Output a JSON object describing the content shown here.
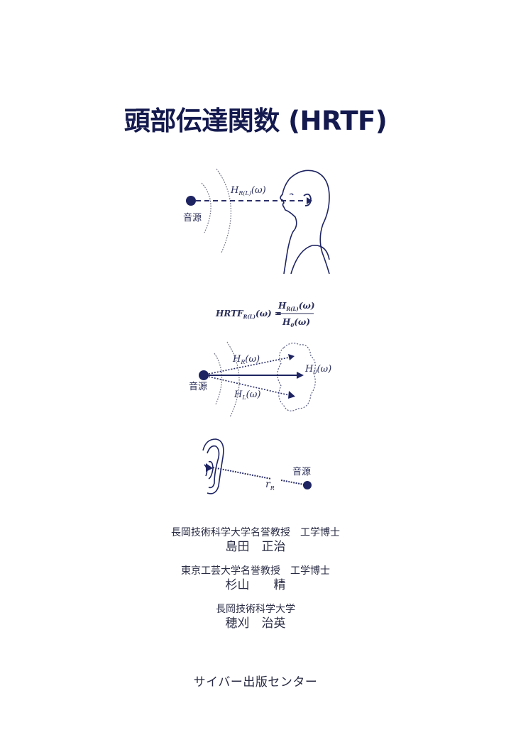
{
  "title": "頭部伝達関数 (HRTF)",
  "figure1": {
    "source_label": "音源",
    "transfer_label": "H",
    "transfer_sub": "R(L)",
    "transfer_arg": "(ω)"
  },
  "formula": {
    "lhs": "HRTF",
    "lhs_sub": "R(L)",
    "lhs_arg": "(ω) =",
    "num": "H",
    "num_sub": "R(L)",
    "num_arg": "(ω)",
    "den": "H",
    "den_sub": "0",
    "den_arg": "(ω)"
  },
  "figure2": {
    "source_label": "音源",
    "hr_label": "H",
    "hr_sub": "R",
    "hl_label": "H",
    "hl_sub": "L",
    "h0_label": "H",
    "h0_sub": "0",
    "arg": "(ω)"
  },
  "figure3": {
    "source_label": "音源",
    "distance_label": "r",
    "distance_sub": "R"
  },
  "authors": [
    {
      "affiliation": "長岡技術科学大学名誉教授　工学博士",
      "name": "島田　正治"
    },
    {
      "affiliation": "東京工芸大学名誉教授　工学博士",
      "name": "杉山　　精"
    },
    {
      "affiliation": "長岡技術科学大学",
      "name": "穂刈　治英"
    }
  ],
  "publisher": "サイバー出版センター",
  "colors": {
    "title": "#141a4e",
    "ink": "#2b2f5a",
    "text": "#2a2c45",
    "background": "#ffffff"
  }
}
